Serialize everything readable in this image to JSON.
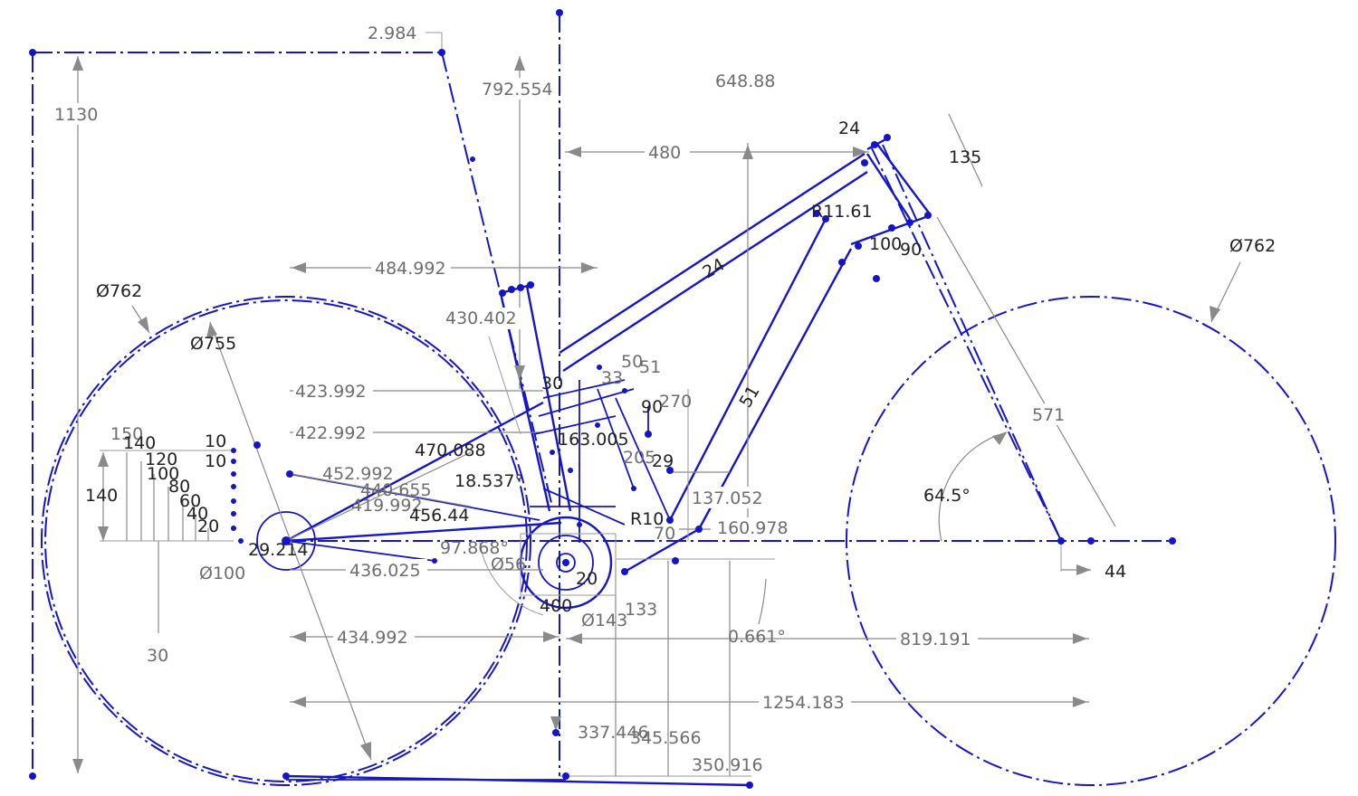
{
  "dims": {
    "d2984": "2.984",
    "d1130": "1130",
    "d792554": "792.554",
    "d64888": "648.88",
    "d480": "480",
    "d24a": "24",
    "d135": "135",
    "r1161": "R11.61",
    "d100": "100",
    "d90a": "90",
    "dia762r": "Ø762",
    "dia762l": "Ø762",
    "dia755": "Ø755",
    "d484992": "484.992",
    "d430402": "430.402",
    "d24b": "24",
    "d571": "571",
    "d423992": "423.992",
    "d422992": "422.992",
    "d452992": "452.992",
    "d470088": "470.088",
    "d18537": "18.537°",
    "d456": "456.44",
    "d419992": "419.992",
    "d440655": "440.655",
    "d150": "150",
    "d140a": "140",
    "d140b": "140",
    "d120": "120",
    "d100b": "100",
    "d80": "80",
    "d60": "60",
    "d40": "40",
    "d20": "20",
    "d10a": "10",
    "d10b": "10",
    "d29214": "29.214",
    "dia100": "Ø100",
    "d436025": "436.025",
    "d30": "30",
    "d97868": "97.868°",
    "d434992": "434.992",
    "d400": "400",
    "dia143": "Ø143",
    "d133": "133",
    "d0661": "0.661°",
    "d819191": "819.191",
    "d1254183": "1254.183",
    "d337446": "337.446",
    "d345566": "345.566",
    "d350916": "350.916",
    "d137052": "137.052",
    "d160978": "160.978",
    "d645": "64.5°",
    "d44": "44",
    "d50": "50",
    "d51": "51",
    "d90b": "90",
    "d270": "270",
    "d29": "29",
    "d163005": "163.005",
    "d205": "205",
    "d51b": "51",
    "d2d": "30",
    "r10": "R10",
    "d70": "70",
    "d33": "33",
    "d5": "Ø56",
    "d20b": "20"
  }
}
